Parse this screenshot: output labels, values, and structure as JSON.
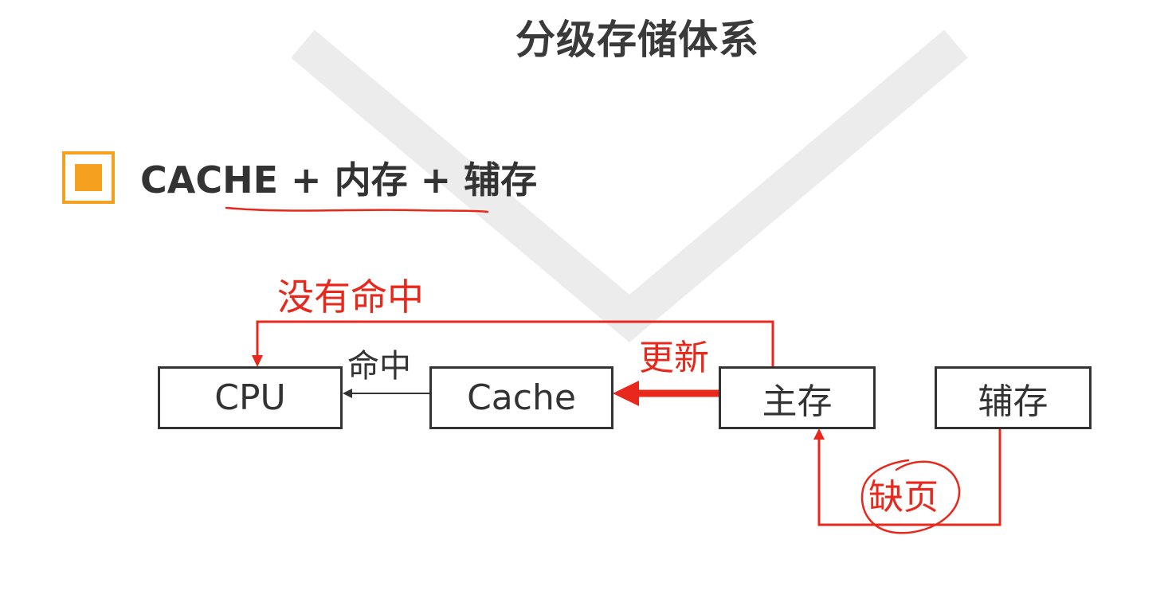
{
  "slide": {
    "title": "分级存储体系",
    "heading": "CACHE + 内存 + 辅存"
  },
  "diagram": {
    "nodes": {
      "cpu": "CPU",
      "cache": "Cache",
      "main_memory": "主存",
      "secondary_storage": "辅存"
    },
    "edges": {
      "hit": "命中",
      "miss": "没有命中",
      "update": "更新",
      "page_fault": "缺页"
    }
  },
  "colors": {
    "accent_orange": "#f5a01e",
    "annotation_red": "#e8281c",
    "text_dark": "#333333",
    "background_watermark": "#ececec"
  },
  "icons": {
    "bullet": "orange-square-bullet-icon"
  }
}
